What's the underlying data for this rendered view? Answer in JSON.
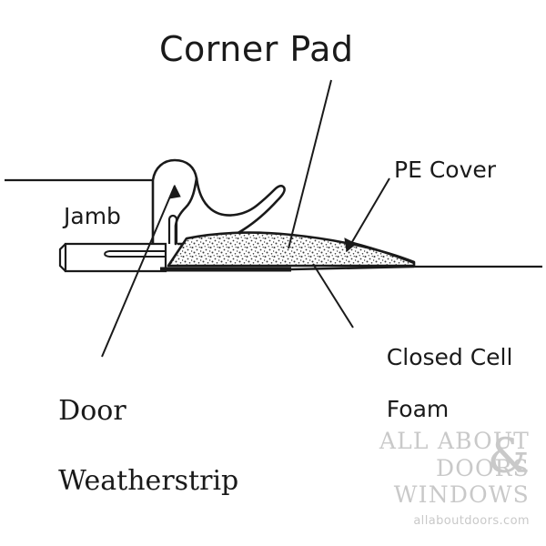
{
  "diagram": {
    "title": "Corner Pad",
    "labels": {
      "pe_cover": "PE Cover",
      "jamb": "Jamb",
      "closed_cell_foam_line1": "Closed Cell",
      "closed_cell_foam_line2": "Foam",
      "door_weatherstrip_line1": "Door",
      "door_weatherstrip_line2": "Weatherstrip"
    },
    "colors": {
      "line": "#1a1a1a",
      "background": "#ffffff",
      "watermark": "#c9c9c9"
    }
  },
  "watermark": {
    "line1": "ALL ABOUT",
    "line2": "DOORS",
    "ampersand": "&",
    "line3": "WINDOWS",
    "url": "allaboutdoors.com"
  }
}
